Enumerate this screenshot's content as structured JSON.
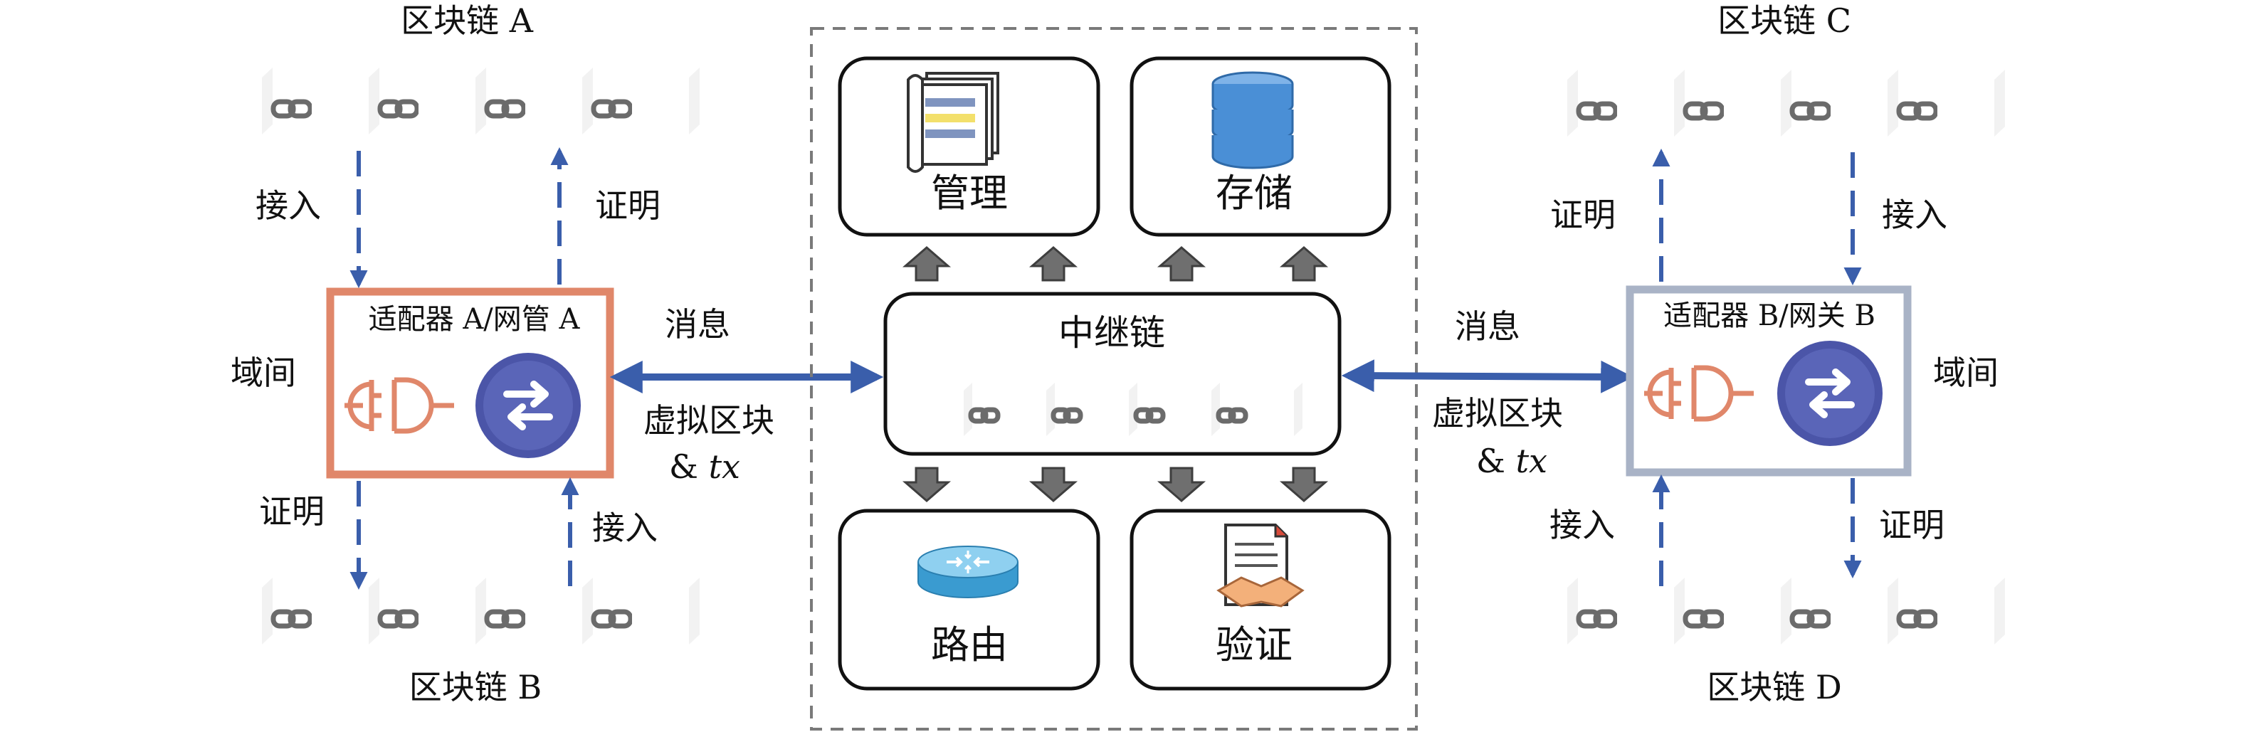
{
  "chains": {
    "a": "区块链 A",
    "b": "区块链 B",
    "c": "区块链 C",
    "d": "区块链 D"
  },
  "adapters": {
    "left": "适配器 A/网管 A",
    "right": "适配器 B/网关 B"
  },
  "flow_labels": {
    "left_top_access": "接入",
    "left_top_proof": "证明",
    "left_bottom_proof": "证明",
    "left_bottom_access": "接入",
    "right_top_proof": "证明",
    "right_top_access": "接入",
    "right_bottom_access": "接入",
    "right_bottom_proof": "证明"
  },
  "domain_labels": {
    "left": "域间",
    "right": "域间"
  },
  "links": {
    "left": {
      "message": "消息",
      "virtual_block": "虚拟区块",
      "tx_prefix": "& ",
      "tx": "tx"
    },
    "right": {
      "message": "消息",
      "virtual_block": "虚拟区块",
      "tx_prefix": "& ",
      "tx": "tx"
    }
  },
  "relay": {
    "title": "中继链",
    "modules": {
      "management": "管理",
      "storage": "存储",
      "routing": "路由",
      "verification": "验证"
    }
  },
  "colors": {
    "arrow_blue": "#3a5eab",
    "adapter_a_border": "#e0876a",
    "adapter_b_border": "#a9b3c6",
    "swap_icon": "#4b55a8",
    "plug_icon": "#e0876a",
    "module_arrow_gray": "#6f6f6f"
  }
}
